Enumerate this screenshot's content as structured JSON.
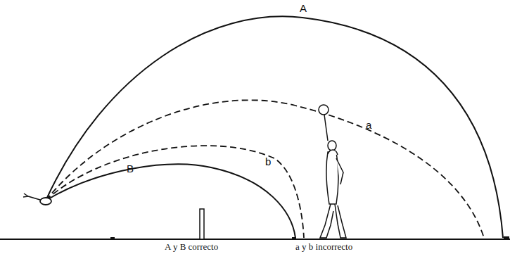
{
  "diagram": {
    "labels": [
      "A",
      "a",
      "b",
      "B",
      "A y B correcto",
      "a y b incorrecto"
    ]
  }
}
